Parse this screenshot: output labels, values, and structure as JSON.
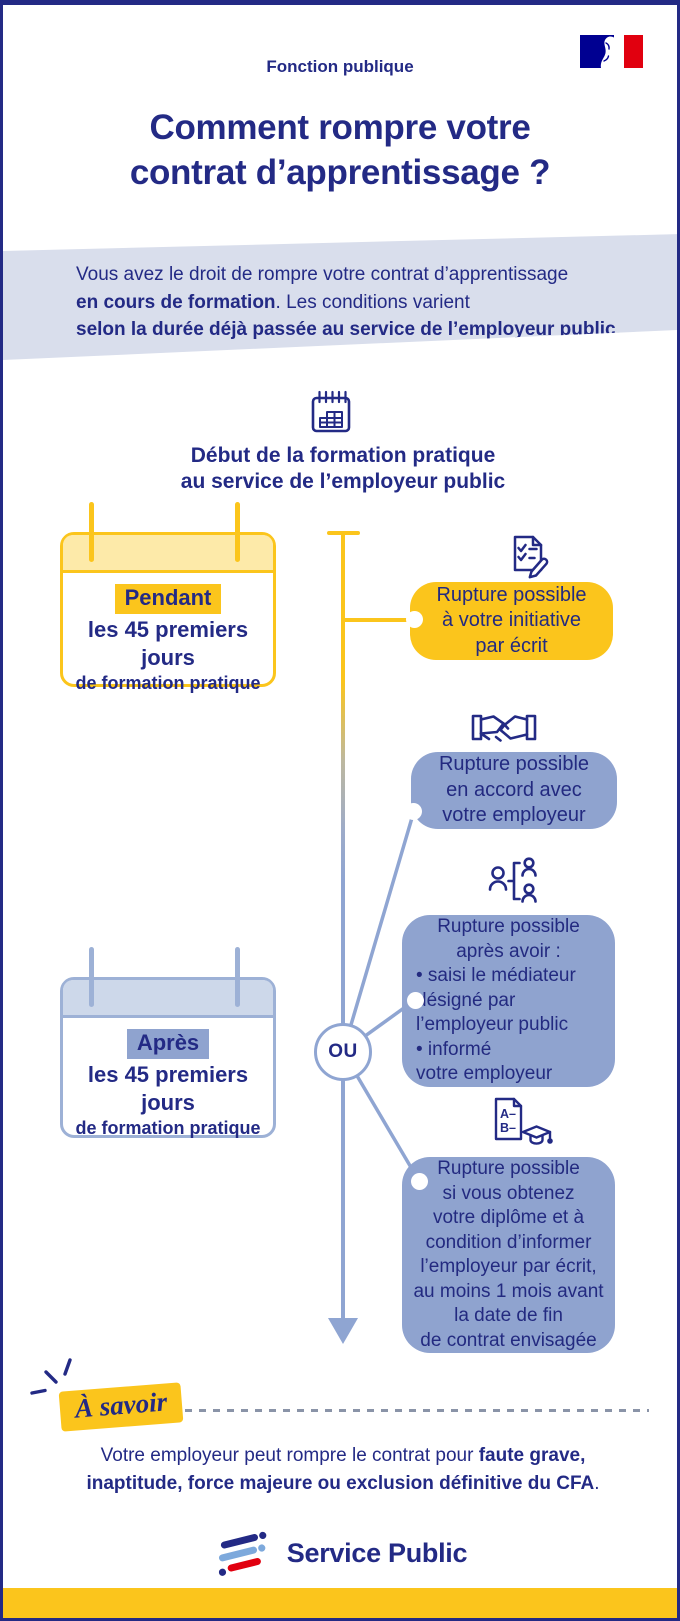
{
  "header": {
    "category": "Fonction publique",
    "title_line1": "Comment rompre votre",
    "title_line2": "contrat d’apprentissage ?"
  },
  "intro": {
    "line1": "Vous avez le droit de rompre votre contrat d’apprentissage",
    "line2_bold": "en cours de formation",
    "line2_rest": ". Les conditions varient",
    "line3_bold": "selon la durée déjà passée au service de l’employeur public",
    "line3_rest": "."
  },
  "timeline": {
    "start_heading": "Début de la formation pratique\nau service de l’employeur public",
    "or_label": "OU"
  },
  "period_pendant": {
    "highlight": "Pendant",
    "line2": "les 45 premiers jours",
    "line3": "de formation pratique"
  },
  "period_apres": {
    "highlight": "Après",
    "line2": "les 45 premiers jours",
    "line3": "de formation pratique"
  },
  "outcomes": {
    "initiative": "Rupture possible\nà votre initiative\npar écrit",
    "accord": "Rupture possible\nen accord avec\nvotre employeur",
    "mediateur_head": "Rupture possible\naprès avoir :",
    "mediateur_items": "• saisi le médiateur\ndésigné par\nl’employeur public\n• informé\nvotre employeur",
    "diplome": "Rupture possible\nsi vous obtenez\nvotre diplôme et à\ncondition d’informer\nl’employeur par écrit,\nau moins 1 mois avant\nla date de fin\nde contrat envisagée"
  },
  "footer": {
    "a_savoir": "À savoir",
    "note_l1_regular": "Votre employeur peut rompre le contrat pour ",
    "note_l1_bold": "faute grave,",
    "note_l2_bold": "inaptitude, force majeure ou exclusion définitive du CFA",
    "note_l2_rest": ".",
    "brand": "Service Public"
  },
  "colors": {
    "navy": "#232a85",
    "yellow": "#fbc51c",
    "yellow_pale": "#fdeaa9",
    "blue_fill": "#8fa3cf",
    "blue_pale": "#cdd8ea",
    "band_background": "#d9deec",
    "flag_blue": "#000091",
    "flag_red": "#e1000f",
    "logo_light_blue": "#7da9dc"
  }
}
